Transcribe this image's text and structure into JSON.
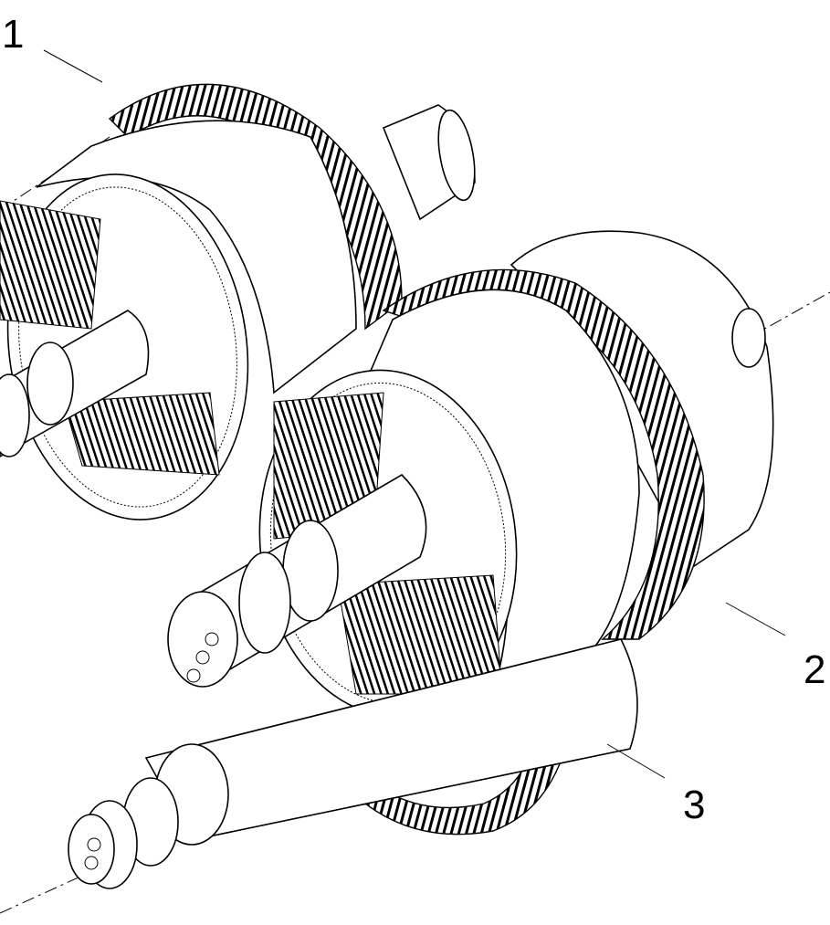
{
  "diagram": {
    "callouts": [
      {
        "id": "callout-1",
        "label": "1"
      },
      {
        "id": "callout-2",
        "label": "2"
      },
      {
        "id": "callout-3",
        "label": "3"
      }
    ]
  },
  "colors": {
    "line": "#000000",
    "background": "#ffffff"
  }
}
